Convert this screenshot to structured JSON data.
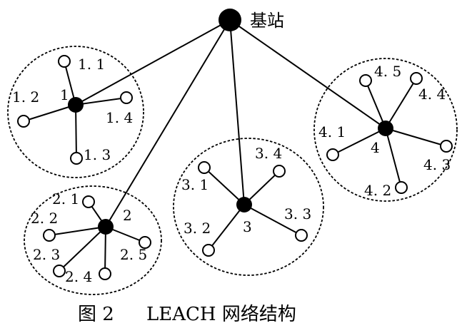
{
  "base_station": {
    "label": "基站"
  },
  "clusters": [
    {
      "id": "cluster-1",
      "head_label": "1",
      "members": [
        {
          "label": "1. 1"
        },
        {
          "label": "1. 2"
        },
        {
          "label": "1. 4"
        },
        {
          "label": "1. 3"
        }
      ]
    },
    {
      "id": "cluster-2",
      "head_label": "2",
      "members": [
        {
          "label": "2. 1"
        },
        {
          "label": "2. 2"
        },
        {
          "label": "2. 3"
        },
        {
          "label": "2. 4"
        },
        {
          "label": "2. 5"
        }
      ]
    },
    {
      "id": "cluster-3",
      "head_label": "3",
      "members": [
        {
          "label": "3. 4"
        },
        {
          "label": "3. 1"
        },
        {
          "label": "3. 2"
        },
        {
          "label": "3. 3"
        }
      ]
    },
    {
      "id": "cluster-4",
      "head_label": "4",
      "members": [
        {
          "label": "4. 5"
        },
        {
          "label": "4. 4"
        },
        {
          "label": "4. 1"
        },
        {
          "label": "4. 3"
        },
        {
          "label": "4. 2"
        }
      ]
    }
  ],
  "caption": {
    "figure": "图 2",
    "title": "LEACH 网络结构"
  },
  "colors": {
    "ink": "#000000",
    "paper": "#ffffff"
  }
}
